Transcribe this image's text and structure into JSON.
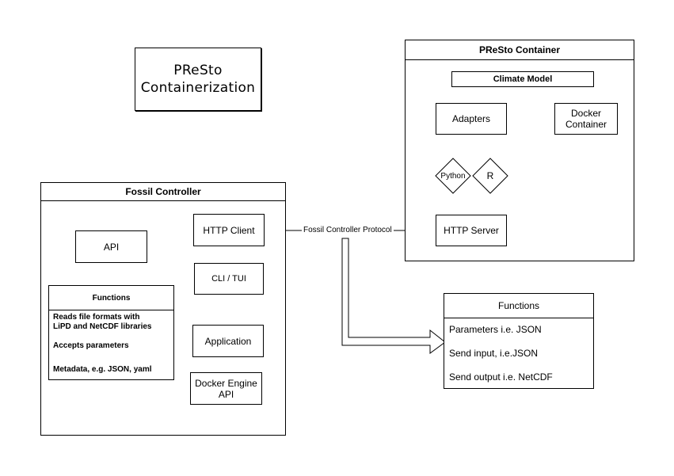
{
  "title_box": {
    "line1": "PReSto",
    "line2": "Containerization"
  },
  "presto_container": {
    "title": "PReSto Container",
    "climate_model": "Climate Model",
    "adapters": "Adapters",
    "docker_container_line1": "Docker",
    "docker_container_line2": "Container",
    "python": "Python",
    "r": "R",
    "http_server": "HTTP Server"
  },
  "fossil_controller": {
    "title": "Fossil Controller",
    "http_client": "HTTP Client",
    "api": "API",
    "cli_tui": "CLI / TUI",
    "application": "Application",
    "docker_engine_line1": "Docker Engine",
    "docker_engine_line2": "API",
    "functions": {
      "title": "Functions",
      "item1_line1": "Reads file formats with",
      "item1_line2": "LiPD and NetCDF libraries",
      "item2": "Accepts parameters",
      "item3": "Metadata, e.g. JSON, yaml"
    }
  },
  "protocol_label": "Fossil Controller Protocol",
  "functions_right": {
    "title": "Functions",
    "items": [
      "Parameters i.e. JSON",
      "Send input, i.e.JSON",
      "Send output i.e. NetCDF"
    ]
  }
}
